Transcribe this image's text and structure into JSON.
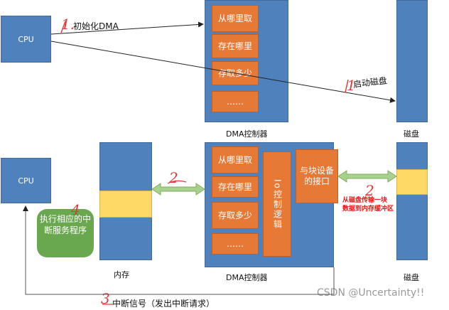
{
  "top": {
    "cpu": "CPU",
    "step1_num": "1.",
    "step1_text": "初始化DMA",
    "regs": [
      "从哪里取",
      "存在哪里",
      "存取多少",
      "……"
    ],
    "dma_label": "DMA控制器",
    "step_disk_num": "1",
    "step_disk_text": "启动磁盘",
    "disk_label": "磁盘"
  },
  "bottom": {
    "cpu": "CPU",
    "bubble": "执行相应的中断服务程序",
    "bubble_num": "4",
    "memory_label": "内存",
    "step2_num": "2",
    "regs": [
      "从哪里取",
      "存在哪里",
      "存取多少",
      "……"
    ],
    "io_ctrl": "Io控制逻辑",
    "device_iface": "与块设备的接口",
    "step2b_num": "2",
    "transfer_note_1": "从磁盘传输一块",
    "transfer_note_2": "数据到内存缓冲区",
    "dma_label": "DMA控制器",
    "disk_label": "磁盘",
    "step3_num": "3",
    "interrupt_text": "中断信号（发出中断请求）"
  },
  "watermark": "CSDN @Uncertainty!!",
  "colors": {
    "blue": "#4f81bd",
    "orange": "#e67935",
    "yellow": "#ffd966",
    "green_bubble": "#6aa84f",
    "arrow_green": "#a9d18e",
    "red": "#e33a3a"
  }
}
